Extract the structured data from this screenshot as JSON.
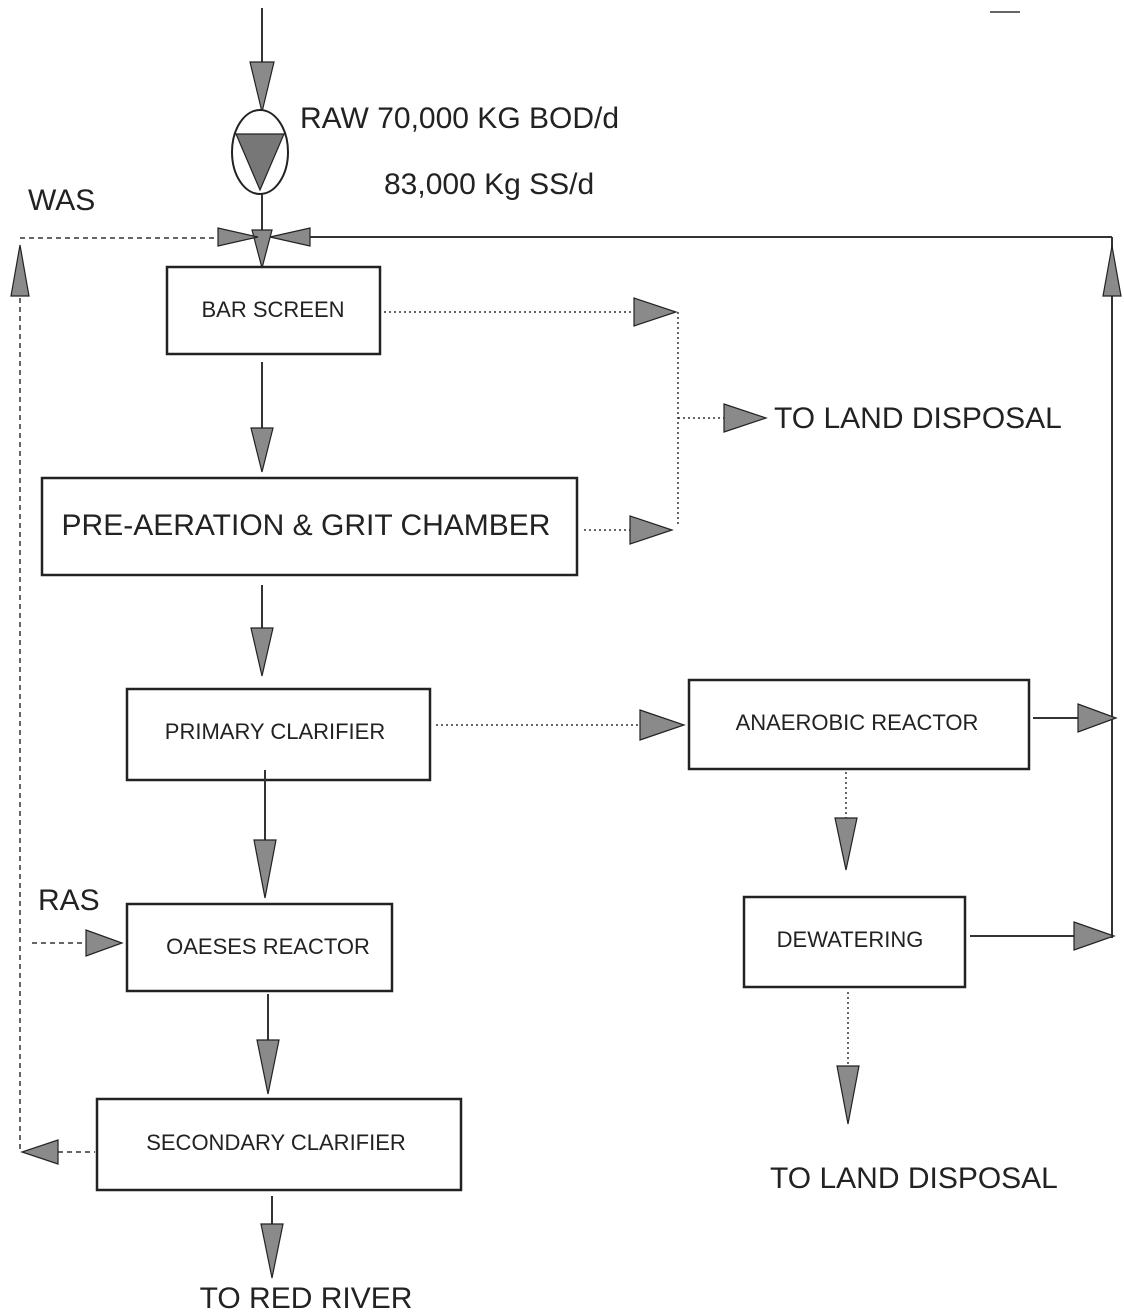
{
  "influent": {
    "raw_label": "RAW 70,000 KG BOD/d",
    "ss_label": "83,000 Kg SS/d"
  },
  "labels": {
    "was": "WAS",
    "ras": "RAS",
    "land_disposal_top": "TO LAND DISPOSAL",
    "land_disposal_bottom": "TO LAND DISPOSAL",
    "red_river": "TO RED RIVER"
  },
  "boxes": {
    "bar_screen": "BAR SCREEN",
    "pre_aeration": "PRE-AERATION & GRIT CHAMBER",
    "primary_clarifier": "PRIMARY CLARIFIER",
    "oaeses_reactor": "OAESES REACTOR",
    "secondary_clarifier": "SECONDARY CLARIFIER",
    "anaerobic_reactor": "ANAEROBIC REACTOR",
    "dewatering": "DEWATERING"
  },
  "icons": {
    "pump": "pump-icon"
  }
}
